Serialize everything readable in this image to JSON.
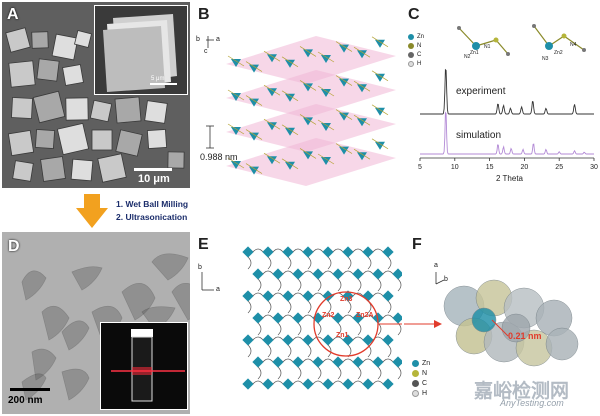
{
  "panels": {
    "A": {
      "letter": "A",
      "scale_main": "10 μm",
      "scale_inset": "5 μm"
    },
    "B": {
      "letter": "B",
      "axis_b": "b",
      "axis_a": "a",
      "axis_c": "c",
      "spacing": "0.988 nm"
    },
    "C": {
      "letter": "C",
      "legend": [
        "Zn",
        "N",
        "C",
        "H"
      ],
      "atom_labels": [
        "N1",
        "N2",
        "N3",
        "N4",
        "Zn1",
        "Zn2"
      ]
    },
    "D": {
      "letter": "D",
      "scale": "200 nm"
    },
    "E": {
      "letter": "E",
      "axis_b": "b",
      "axis_a": "a",
      "zn_labels": [
        "Zn2",
        "Zn1",
        "Zn2A",
        "Zn3"
      ]
    },
    "F": {
      "letter": "F",
      "axis_a": "a",
      "axis_b": "b",
      "distance": "0.21 nm",
      "legend": [
        "Zn",
        "N",
        "C",
        "H"
      ]
    }
  },
  "process": {
    "step1": "1. Wet Ball Milling",
    "step2": "2. Ultrasonication"
  },
  "watermark": {
    "cn": "嘉峪检测网",
    "en": "AnyTesting.com"
  },
  "chart_data": {
    "type": "line",
    "xlabel": "2 Theta",
    "xlim": [
      5,
      30
    ],
    "x_ticks": [
      5,
      10,
      15,
      20,
      25,
      30
    ],
    "series": [
      {
        "name": "experiment",
        "peaks": [
          [
            8.7,
            1.0
          ],
          [
            16.2,
            0.22
          ],
          [
            17.0,
            0.18
          ],
          [
            18.0,
            0.12
          ],
          [
            19.6,
            0.15
          ],
          [
            21.2,
            0.28
          ],
          [
            23.1,
            0.12
          ],
          [
            27.2,
            0.2
          ]
        ]
      },
      {
        "name": "simulation",
        "peaks": [
          [
            8.7,
            1.0
          ],
          [
            16.2,
            0.22
          ],
          [
            17.0,
            0.16
          ],
          [
            18.1,
            0.12
          ],
          [
            19.8,
            0.1
          ],
          [
            21.3,
            0.24
          ],
          [
            23.1,
            0.1
          ],
          [
            25.0,
            0.05
          ],
          [
            27.2,
            0.07
          ],
          [
            28.6,
            0.04
          ]
        ]
      }
    ]
  },
  "colors": {
    "teal": "#1e8fa8",
    "pink": "#f1b7d6",
    "red": "#e13b2b",
    "orange": "#f2a11f",
    "navy": "#1b2d6b"
  }
}
